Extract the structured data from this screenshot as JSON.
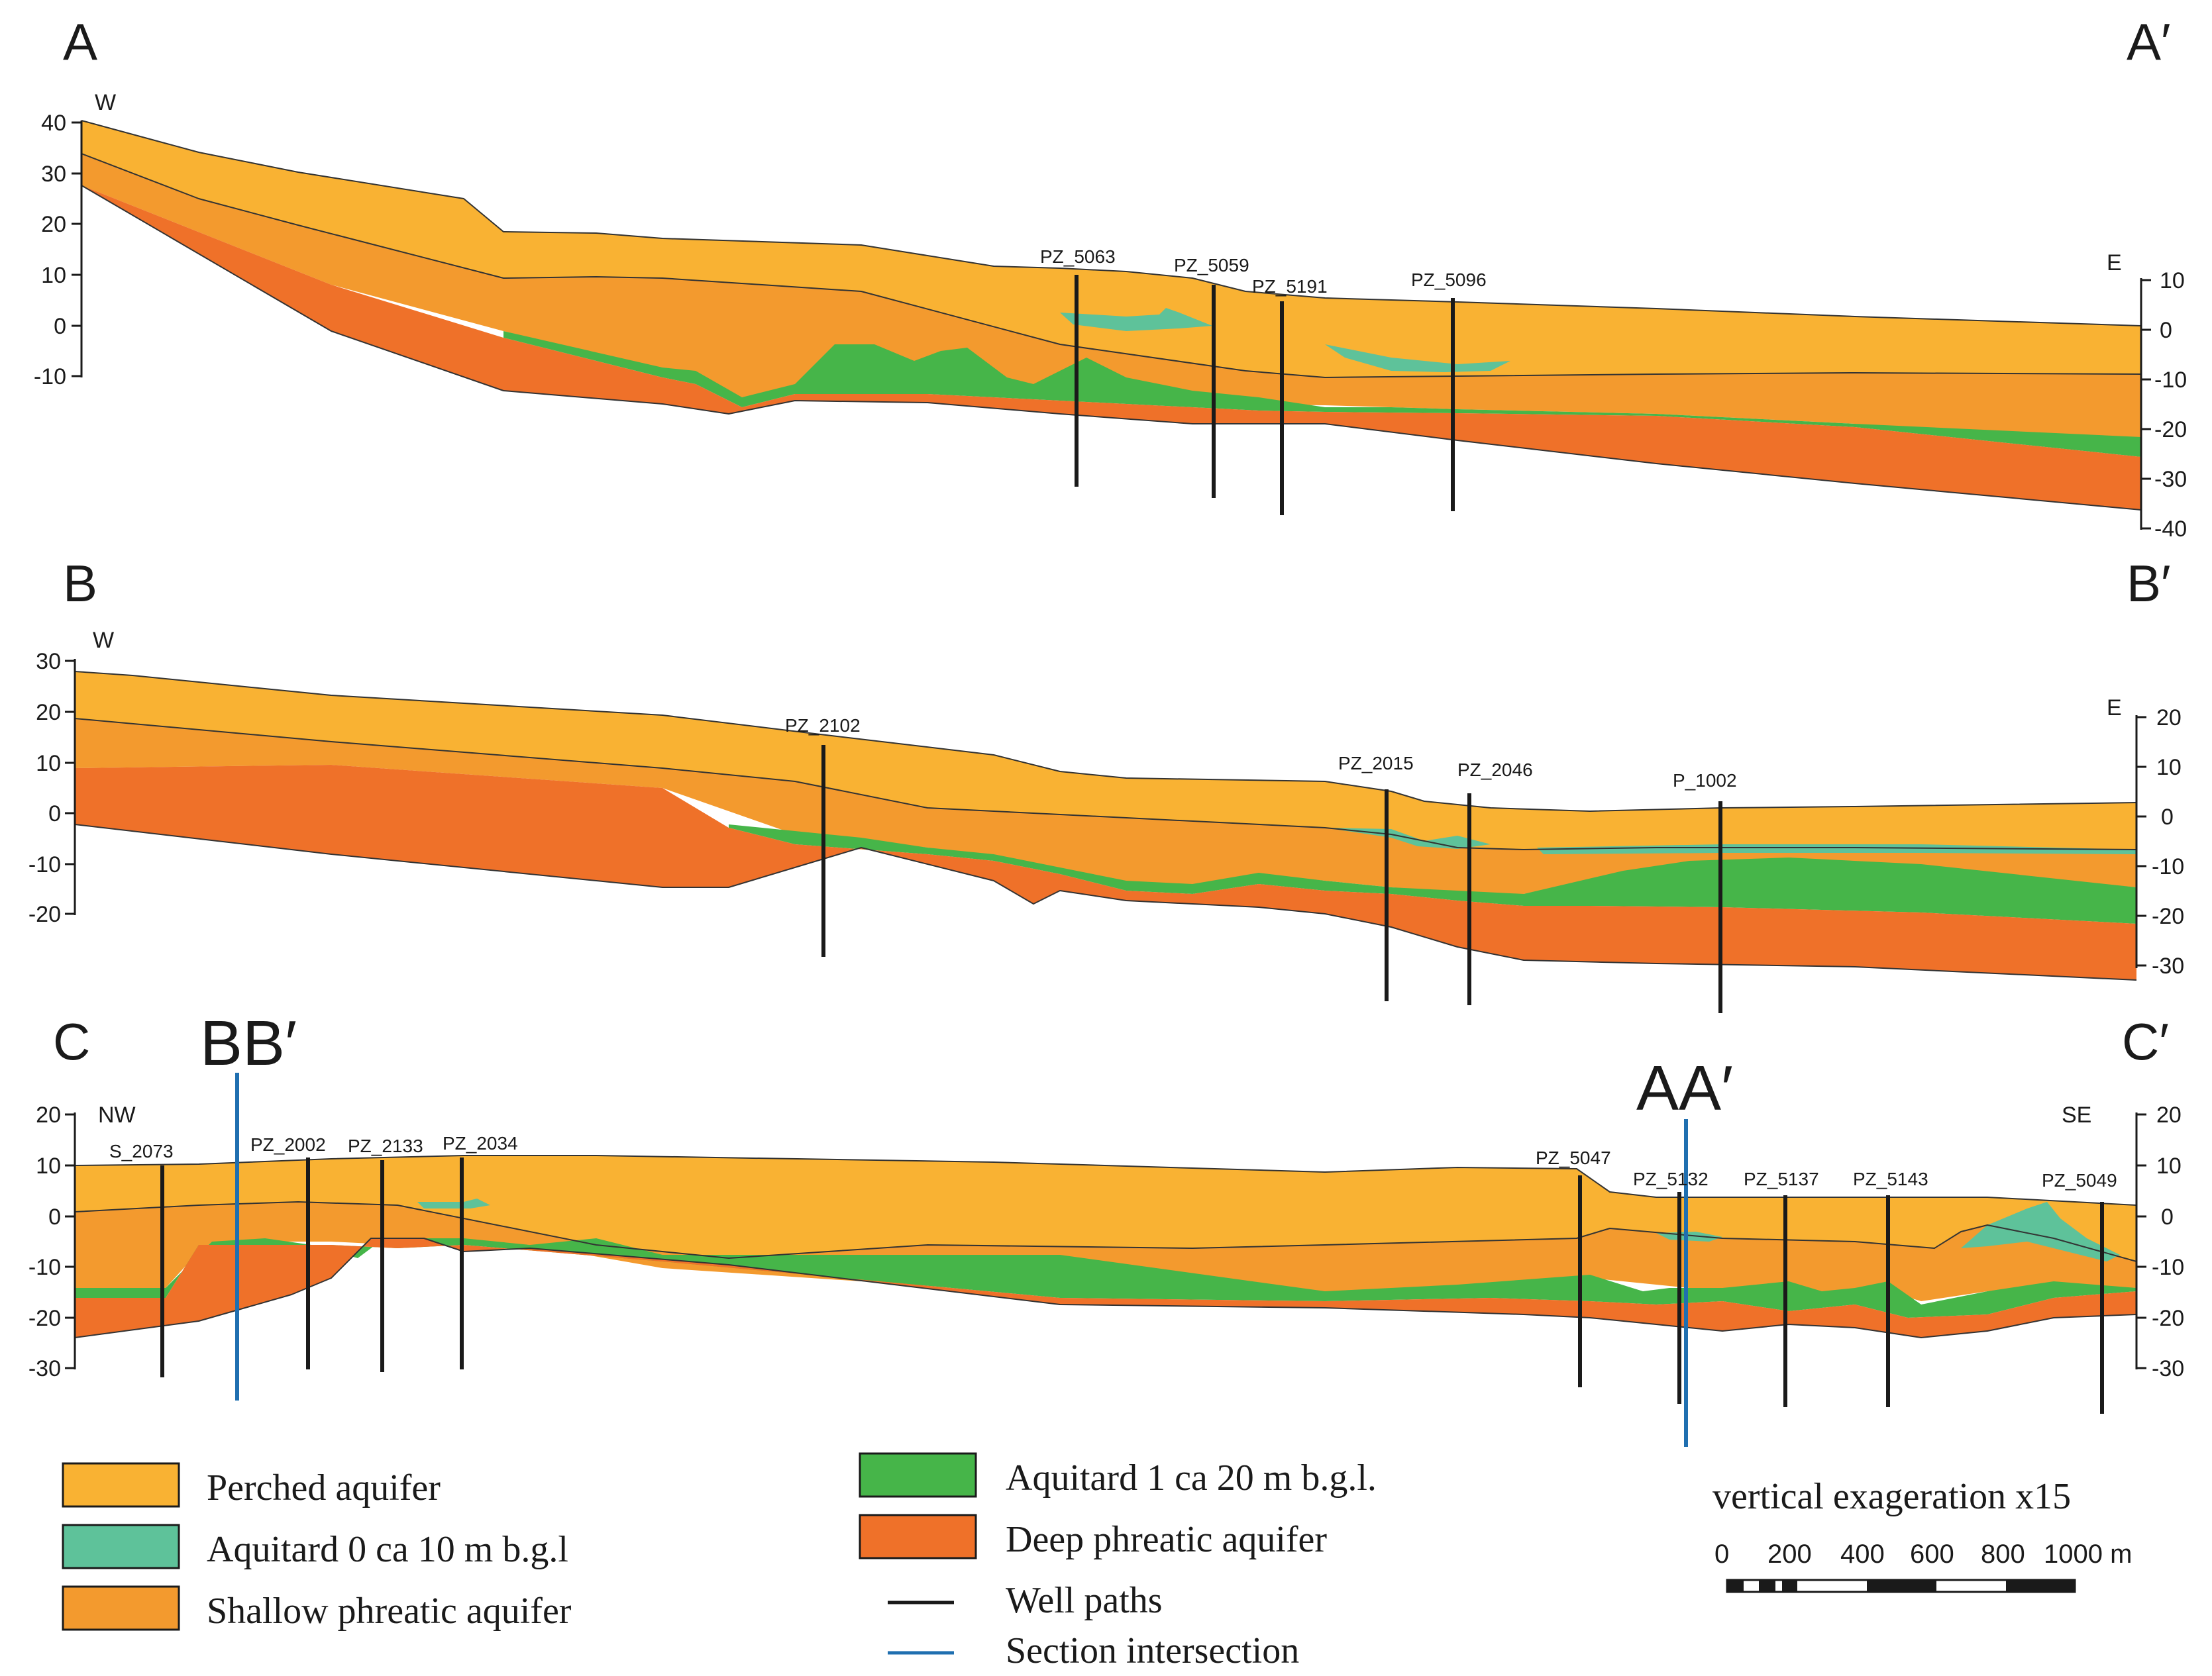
{
  "colors": {
    "perched": "#F9B233",
    "aquitard0": "#5EC29A",
    "shallow": "#F39A2E",
    "aquitard1": "#46B549",
    "deep": "#EF7129",
    "well": "#1a1a1a",
    "intersection": "#1F6FB0"
  },
  "sections": [
    {
      "id": "A",
      "start_label": "A",
      "end_label": "A′",
      "left_dir": "W",
      "right_dir": "E",
      "left_ticks": [
        "40",
        "30",
        "20",
        "10",
        "0",
        "-10"
      ],
      "right_ticks": [
        "10",
        "0",
        "-10",
        "-20",
        "-30",
        "-40"
      ],
      "wells": [
        "PZ_5063",
        "PZ_5059",
        "PZ_5191",
        "PZ_5096"
      ]
    },
    {
      "id": "B",
      "start_label": "B",
      "end_label": "B′",
      "left_dir": "W",
      "right_dir": "E",
      "left_ticks": [
        "30",
        "20",
        "10",
        "0",
        "-10",
        "-20"
      ],
      "right_ticks": [
        "20",
        "10",
        "0",
        "-10",
        "-20",
        "-30"
      ],
      "wells": [
        "PZ_2102",
        "PZ_2015",
        "PZ_2046",
        "P_1002"
      ]
    },
    {
      "id": "C",
      "start_label": "C",
      "end_label": "C′",
      "left_dir": "NW",
      "right_dir": "SE",
      "left_ticks": [
        "20",
        "10",
        "0",
        "-10",
        "-20",
        "-30"
      ],
      "right_ticks": [
        "20",
        "10",
        "0",
        "-10",
        "-20",
        "-30"
      ],
      "wells": [
        "S_2073",
        "PZ_2002",
        "PZ_2133",
        "PZ_2034",
        "PZ_5047",
        "PZ_5132",
        "PZ_5137",
        "PZ_5143",
        "PZ_5049"
      ],
      "intersections": [
        "BB′",
        "AA′"
      ]
    }
  ],
  "legend": {
    "perched": "Perched aquifer",
    "aquitard0": "Aquitard 0 ca 10 m b.g.l",
    "shallow": "Shallow phreatic aquifer",
    "aquitard1": "Aquitard 1 ca 20 m b.g.l.",
    "deep": "Deep phreatic aquifer",
    "well_paths": "Well paths",
    "section_intersection": "Section intersection"
  },
  "scale": {
    "caption": "vertical exageration x15",
    "labels": [
      "0",
      "200",
      "400",
      "600",
      "800",
      "1000 m"
    ]
  }
}
